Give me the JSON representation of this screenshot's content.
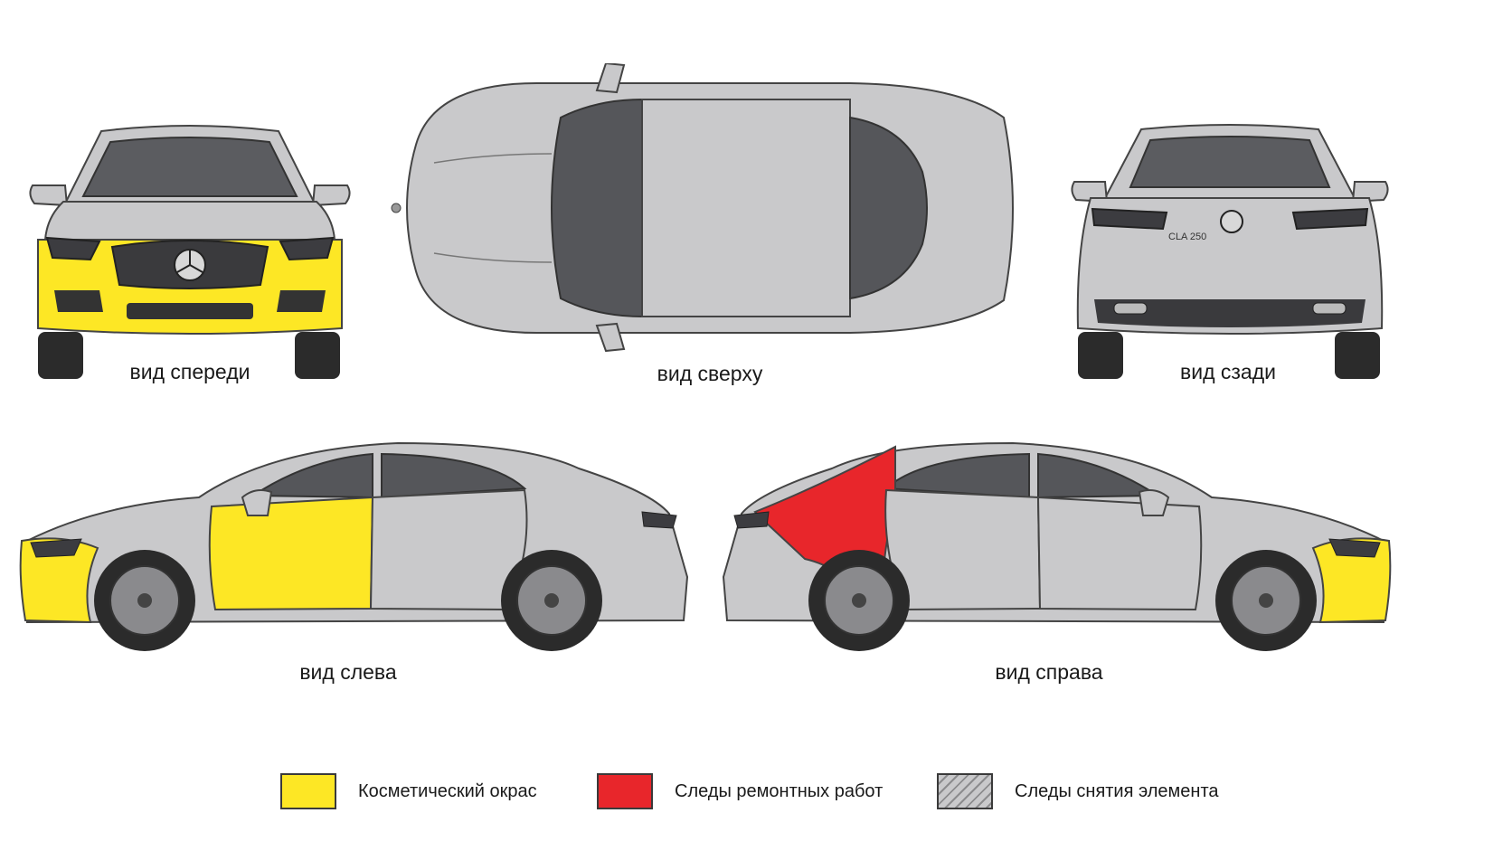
{
  "captions": {
    "front": "вид спереди",
    "top": "вид сверху",
    "rear": "вид сзади",
    "left": "вид слева",
    "right": "вид справа"
  },
  "car": {
    "rear_badge": "CLA 250",
    "body_color": "#c9c9cb"
  },
  "legend": [
    {
      "label": "Косметический окрас",
      "color": "#fde725",
      "pattern": "solid"
    },
    {
      "label": "Следы ремонтных работ",
      "color": "#e8262b",
      "pattern": "solid"
    },
    {
      "label": "Следы снятия элемента",
      "color": "#c9c9cb",
      "pattern": "hatched"
    }
  ],
  "damage": {
    "front": [
      {
        "part": "front-bumper",
        "type": "Косметический окрас"
      }
    ],
    "left": [
      {
        "part": "front-door-left",
        "type": "Косметический окрас"
      },
      {
        "part": "front-bumper-left",
        "type": "Косметический окрас"
      }
    ],
    "right": [
      {
        "part": "rear-fender-right",
        "type": "Следы ремонтных работ"
      },
      {
        "part": "front-bumper-right",
        "type": "Косметический окрас"
      }
    ]
  }
}
